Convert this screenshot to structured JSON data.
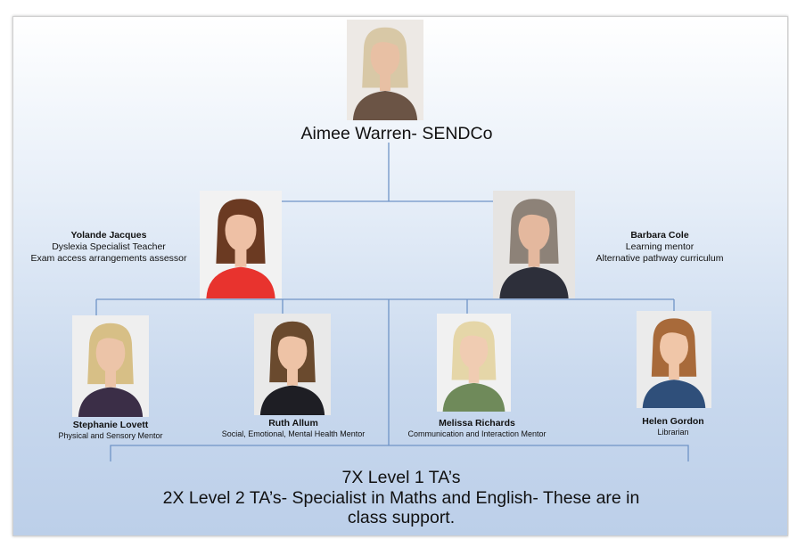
{
  "head": {
    "name_title": "Aimee Warren- SENDCo",
    "photo": {
      "hair": "#d8c8a6",
      "clothing": "#6b5445",
      "wall": "#ede9e5",
      "skin": "#e8c0a4"
    }
  },
  "second_row": [
    {
      "name": "Yolande Jacques",
      "roles": [
        "Dyslexia Specialist Teacher",
        "Exam access arrangements assessor"
      ],
      "photo": {
        "hair": "#6b3a22",
        "clothing": "#e8332e",
        "wall": "#f2f2f2",
        "skin": "#eec0a5"
      }
    },
    {
      "name": "Barbara Cole",
      "roles": [
        "Learning mentor",
        "Alternative pathway curriculum"
      ],
      "photo": {
        "hair": "#8d8278",
        "clothing": "#2d2f3a",
        "wall": "#e6e4e2",
        "skin": "#e4b89e"
      }
    }
  ],
  "mentors": [
    {
      "name": "Stephanie Lovett",
      "role": "Physical and Sensory Mentor",
      "photo": {
        "hair": "#d7bf86",
        "clothing": "#3b2e47",
        "wall": "#efefef",
        "skin": "#ecc4a8"
      }
    },
    {
      "name": "Ruth Allum",
      "role": "Social, Emotional, Mental Health Mentor",
      "photo": {
        "hair": "#6a4a2e",
        "clothing": "#1e1e24",
        "wall": "#e9e9e9",
        "skin": "#eec3a6"
      }
    },
    {
      "name": "Melissa Richards",
      "role": "Communication and Interaction Mentor",
      "photo": {
        "hair": "#e5d6a8",
        "clothing": "#6f8a5a",
        "wall": "#f1f1f1",
        "skin": "#f0ccb2"
      }
    },
    {
      "name": "Helen Gordon",
      "role": "Librarian",
      "photo": {
        "hair": "#a86a3a",
        "clothing": "#2f4f7a",
        "wall": "#ebebeb",
        "skin": "#f0c6a8"
      }
    }
  ],
  "support_staff": {
    "line1": "7X Level 1 TA’s",
    "line2": "2X Level 2 TA’s- Specialist in Maths and English- These are in",
    "line3": "class support."
  },
  "connector_color": "#6f94c6"
}
